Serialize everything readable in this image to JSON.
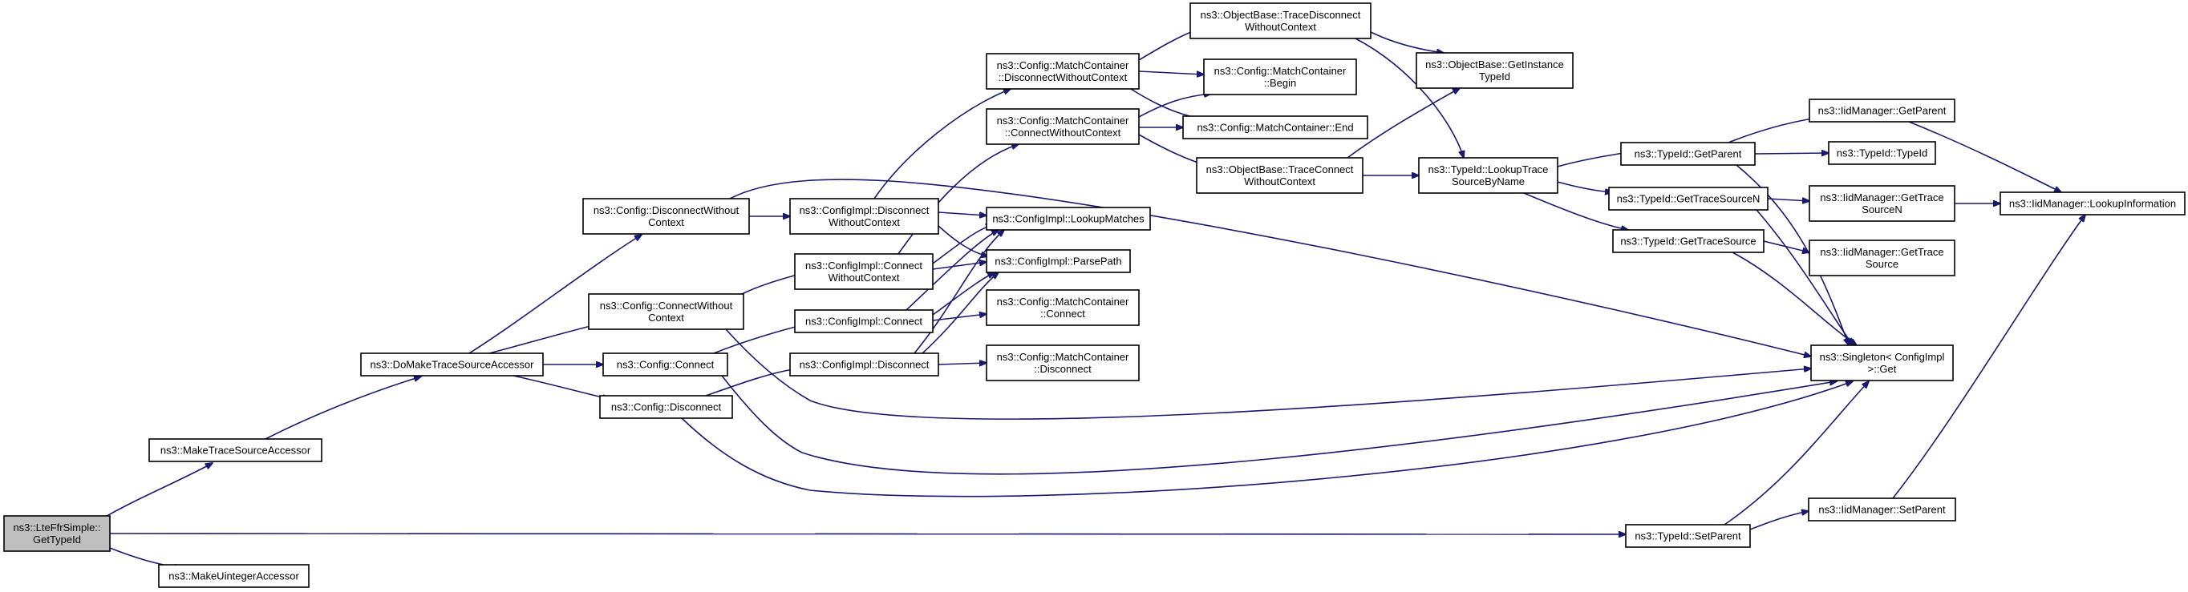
{
  "diagram": {
    "title": "",
    "colors": {
      "edge": "#191970",
      "root_fill": "#bfbfbf",
      "node_fill": "#ffffff",
      "node_border": "#000000"
    },
    "nodes": [
      {
        "id": "root",
        "lines": [
          "ns3::LteFfrSimple::",
          "GetTypeId"
        ]
      },
      {
        "id": "mtsa",
        "lines": [
          "ns3::MakeTraceSourceAccessor"
        ]
      },
      {
        "id": "mua",
        "lines": [
          "ns3::MakeUintegerAccessor"
        ]
      },
      {
        "id": "dmtsa",
        "lines": [
          "ns3::DoMakeTraceSourceAccessor"
        ]
      },
      {
        "id": "cdwc",
        "lines": [
          "ns3::Config::DisconnectWithout",
          "Context"
        ]
      },
      {
        "id": "ccwc",
        "lines": [
          "ns3::Config::ConnectWithout",
          "Context"
        ]
      },
      {
        "id": "cconn",
        "lines": [
          "ns3::Config::Connect"
        ]
      },
      {
        "id": "cdisc",
        "lines": [
          "ns3::Config::Disconnect"
        ]
      },
      {
        "id": "cidwc",
        "lines": [
          "ns3::ConfigImpl::Disconnect",
          "WithoutContext"
        ]
      },
      {
        "id": "cicwc",
        "lines": [
          "ns3::ConfigImpl::Connect",
          "WithoutContext"
        ]
      },
      {
        "id": "ciconn",
        "lines": [
          "ns3::ConfigImpl::Connect"
        ]
      },
      {
        "id": "cidisc",
        "lines": [
          "ns3::ConfigImpl::Disconnect"
        ]
      },
      {
        "id": "mcdwc",
        "lines": [
          "ns3::Config::MatchContainer",
          "::DisconnectWithoutContext"
        ]
      },
      {
        "id": "mccwc",
        "lines": [
          "ns3::Config::MatchContainer",
          "::ConnectWithoutContext"
        ]
      },
      {
        "id": "cilm",
        "lines": [
          "ns3::ConfigImpl::LookupMatches"
        ]
      },
      {
        "id": "cipp",
        "lines": [
          "ns3::ConfigImpl::ParsePath"
        ]
      },
      {
        "id": "mcconn",
        "lines": [
          "ns3::Config::MatchContainer",
          "::Connect"
        ]
      },
      {
        "id": "mcdisc",
        "lines": [
          "ns3::Config::MatchContainer",
          "::Disconnect"
        ]
      },
      {
        "id": "obtdwc",
        "lines": [
          "ns3::ObjectBase::TraceDisconnect",
          "WithoutContext"
        ]
      },
      {
        "id": "mcbegin",
        "lines": [
          "ns3::Config::MatchContainer",
          "::Begin"
        ]
      },
      {
        "id": "mcend",
        "lines": [
          "ns3::Config::MatchContainer::End"
        ]
      },
      {
        "id": "obtcwc",
        "lines": [
          "ns3::ObjectBase::TraceConnect",
          "WithoutContext"
        ]
      },
      {
        "id": "obgit",
        "lines": [
          "ns3::ObjectBase::GetInstance",
          "TypeId"
        ]
      },
      {
        "id": "tilts",
        "lines": [
          "ns3::TypeId::LookupTrace",
          "SourceByName"
        ]
      },
      {
        "id": "tigp",
        "lines": [
          "ns3::TypeId::GetParent"
        ]
      },
      {
        "id": "tigtsn",
        "lines": [
          "ns3::TypeId::GetTraceSourceN"
        ]
      },
      {
        "id": "tigts",
        "lines": [
          "ns3::TypeId::GetTraceSource"
        ]
      },
      {
        "id": "tisp",
        "lines": [
          "ns3::TypeId::SetParent"
        ]
      },
      {
        "id": "imgp",
        "lines": [
          "ns3::IidManager::GetParent"
        ]
      },
      {
        "id": "titi",
        "lines": [
          "ns3::TypeId::TypeId"
        ]
      },
      {
        "id": "imgtsn",
        "lines": [
          "ns3::IidManager::GetTrace",
          "SourceN"
        ]
      },
      {
        "id": "imgts",
        "lines": [
          "ns3::IidManager::GetTrace",
          "Source"
        ]
      },
      {
        "id": "sget",
        "lines": [
          "ns3::Singleton< ConfigImpl",
          " >::Get"
        ]
      },
      {
        "id": "imsp",
        "lines": [
          "ns3::IidManager::SetParent"
        ]
      },
      {
        "id": "imli",
        "lines": [
          "ns3::IidManager::LookupInformation"
        ]
      }
    ]
  }
}
